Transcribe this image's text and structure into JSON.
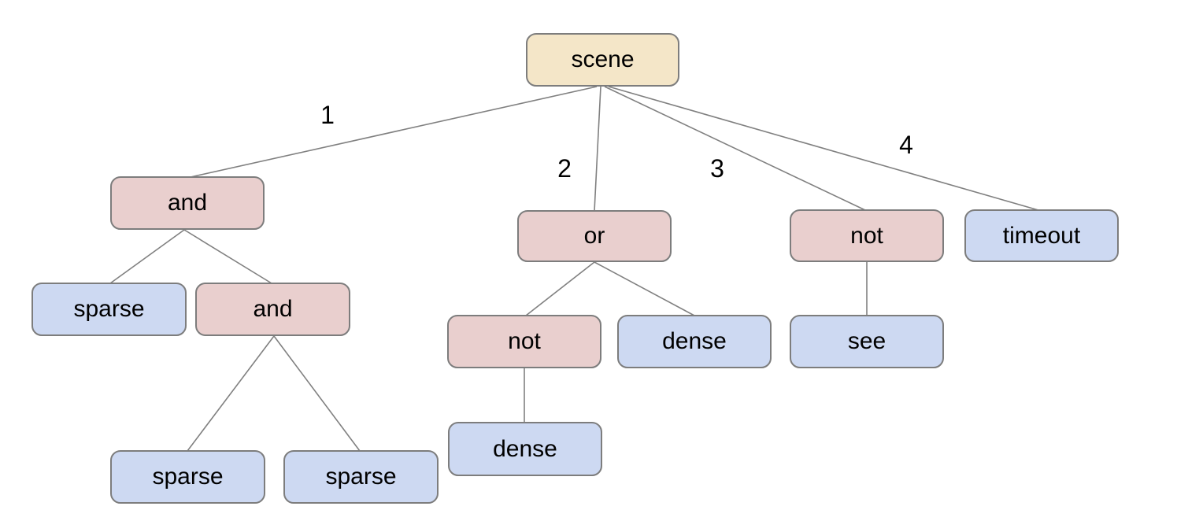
{
  "diagram": {
    "colors": {
      "root_fill": "#f4e6c8",
      "operator_fill": "#e9cfce",
      "leaf_fill": "#cdd9f2",
      "node_border": "#7d7d7d",
      "edge_color": "#808080",
      "text_color": "#000000",
      "canvas_bg": "#ffffff"
    },
    "nodes": {
      "scene": {
        "label": "scene",
        "type": "root"
      },
      "and1": {
        "label": "and",
        "type": "operator"
      },
      "or": {
        "label": "or",
        "type": "operator"
      },
      "not1": {
        "label": "not",
        "type": "operator"
      },
      "timeout": {
        "label": "timeout",
        "type": "leaf"
      },
      "sparse1": {
        "label": "sparse",
        "type": "leaf"
      },
      "and2": {
        "label": "and",
        "type": "operator"
      },
      "sparse2": {
        "label": "sparse",
        "type": "leaf"
      },
      "sparse3": {
        "label": "sparse",
        "type": "leaf"
      },
      "not2": {
        "label": "not",
        "type": "operator"
      },
      "dense1": {
        "label": "dense",
        "type": "leaf"
      },
      "dense2": {
        "label": "dense",
        "type": "leaf"
      },
      "see": {
        "label": "see",
        "type": "leaf"
      }
    },
    "edges": {
      "scene_and": {
        "label": "1"
      },
      "scene_or": {
        "label": "2"
      },
      "scene_not": {
        "label": "3"
      },
      "scene_timeout": {
        "label": "4"
      }
    }
  }
}
